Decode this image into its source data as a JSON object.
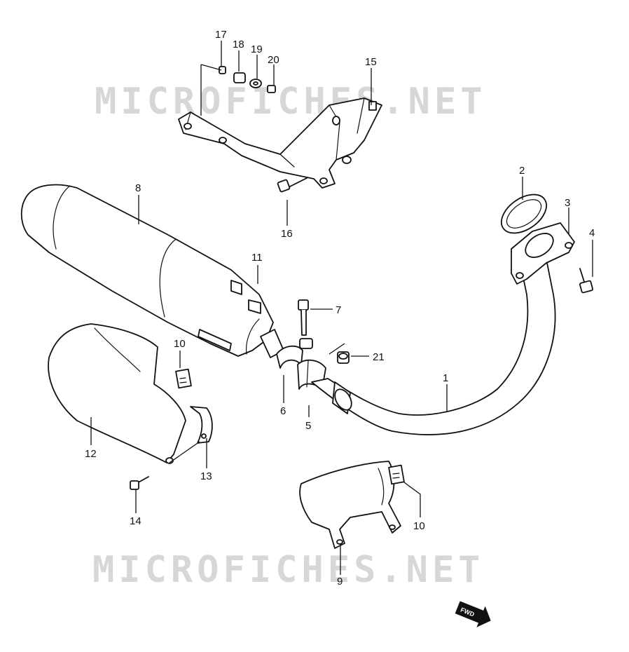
{
  "watermark": {
    "text": "MICROFICHES.NET"
  },
  "callouts": {
    "p1": "1",
    "p2": "2",
    "p3": "3",
    "p4": "4",
    "p5": "5",
    "p6": "6",
    "p7": "7",
    "p8": "8",
    "p9": "9",
    "p10a": "10",
    "p10b": "10",
    "p11": "11",
    "p12": "12",
    "p13": "13",
    "p14": "14",
    "p15": "15",
    "p16": "16",
    "p17": "17",
    "p18": "18",
    "p19": "19",
    "p20": "20",
    "p21": "21"
  },
  "fwd_label": "FWD"
}
